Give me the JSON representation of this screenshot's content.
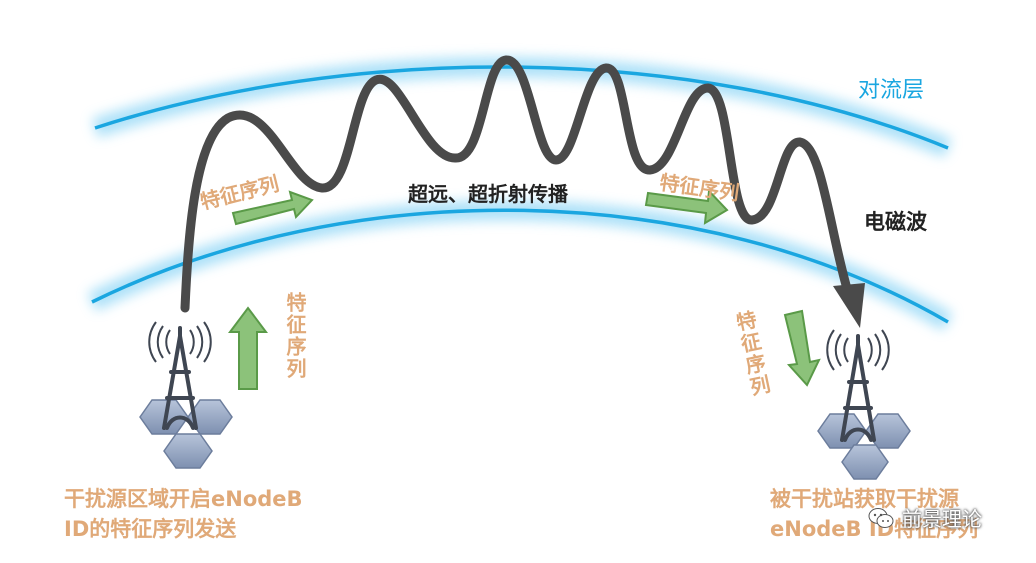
{
  "labels": {
    "troposphere": "对流层",
    "em_wave": "电磁波",
    "propagation": "超远、超折射传播",
    "feature_seq_left": "特征序列",
    "feature_seq_right": "特征序列",
    "feature_seq_vertical_left": "特征序列",
    "feature_seq_vertical_right": "特征序列",
    "left_caption_line1": "干扰源区域开启eNodeB",
    "left_caption_line2": "ID的特征序列发送",
    "right_caption_line1": "被干扰站获取干扰源",
    "right_caption_line2": "eNodeB ID特征序列"
  },
  "watermark": {
    "text": "前景理论",
    "icon": "wechat-icon"
  },
  "colors": {
    "layer": "#1aa6e0",
    "wave": "#4a4a4a",
    "arrow_fill": "#8cc27a",
    "arrow_stroke": "#5a9a48",
    "tower": "#3f4652",
    "hex": "#8fa0bd",
    "orange_text": "#e0a978"
  }
}
